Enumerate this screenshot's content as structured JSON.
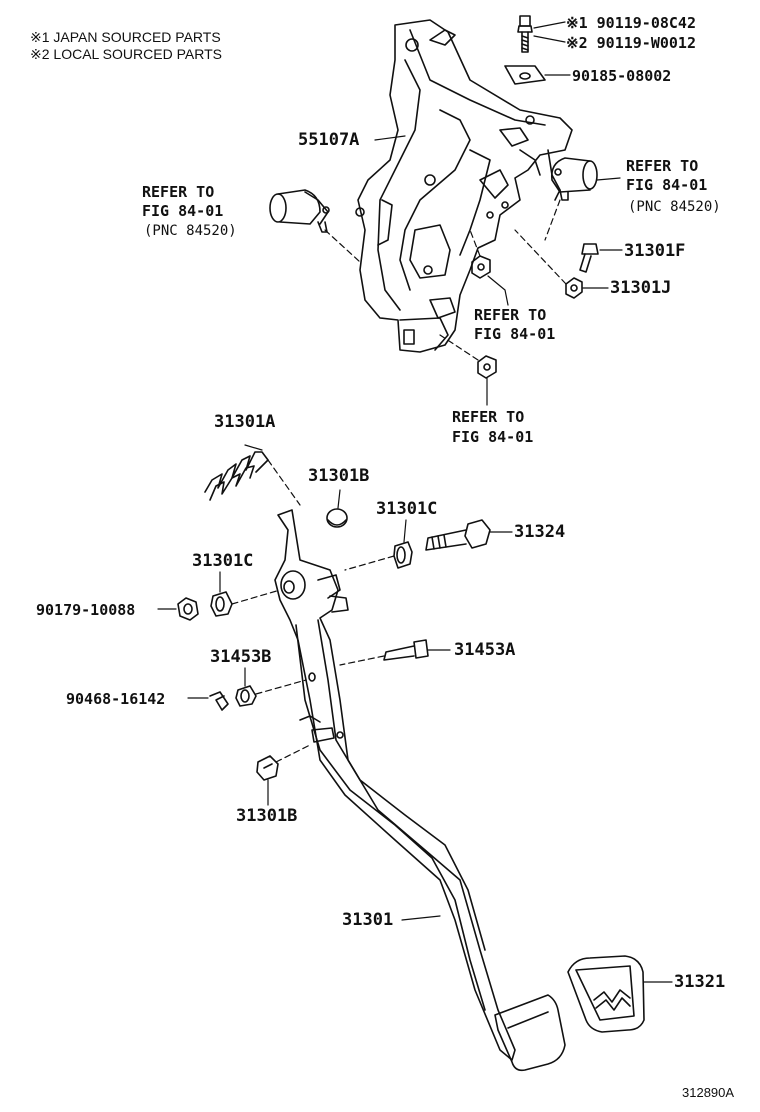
{
  "notes": {
    "japan": "※1 JAPAN SOURCED PARTS",
    "local": "※2 LOCAL SOURCED PARTS"
  },
  "parts": {
    "p_90119_08C42": "※1 90119-08C42",
    "p_90119_W0012": "※2 90119-W0012",
    "p_90185_08002": "90185-08002",
    "p_55107A": "55107A",
    "p_31301F": "31301F",
    "p_31301J": "31301J",
    "p_31301A": "31301A",
    "p_31301B_top": "31301B",
    "p_31301C_right": "31301C",
    "p_31324": "31324",
    "p_31301C_left": "31301C",
    "p_90179_10088": "90179-10088",
    "p_31453B": "31453B",
    "p_31453A": "31453A",
    "p_90468_16142": "90468-16142",
    "p_31301B_bottom": "31301B",
    "p_31301": "31301",
    "p_31321": "31321"
  },
  "refers": {
    "left": {
      "l1": "REFER TO",
      "l2": "FIG 84-01",
      "l3": "(PNC 84520)"
    },
    "right": {
      "l1": "REFER TO",
      "l2": "FIG 84-01",
      "l3": "(PNC 84520)"
    },
    "mid": {
      "l1": "REFER TO",
      "l2": "FIG 84-01"
    },
    "bottom": {
      "l1": "REFER TO",
      "l2": "FIG 84-01"
    }
  },
  "diagram_code": "312890A"
}
